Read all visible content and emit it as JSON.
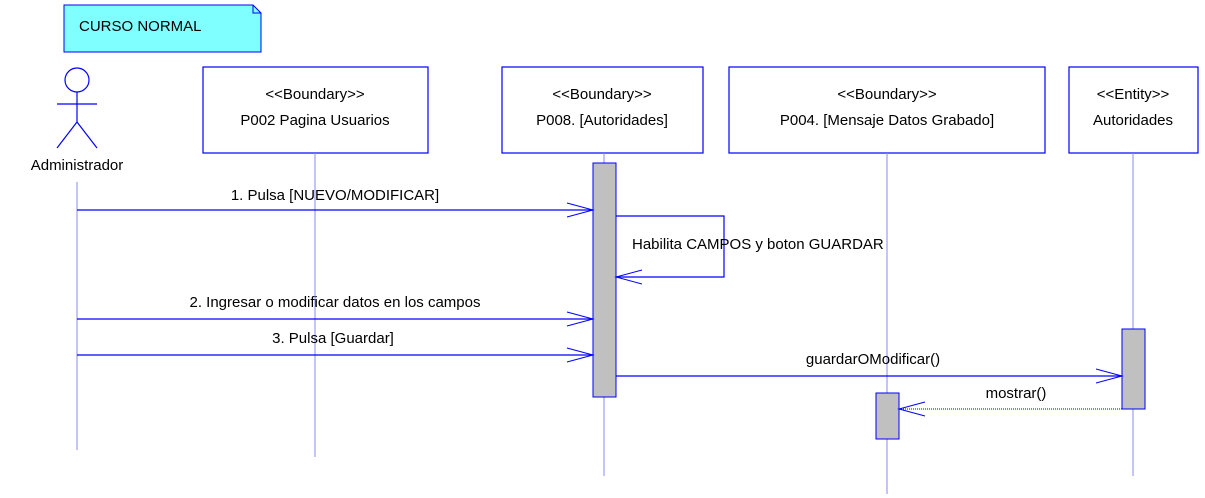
{
  "note": {
    "text": "CURSO NORMAL"
  },
  "actor": {
    "name": "Administrador"
  },
  "participants": [
    {
      "stereotype": "<<Boundary>>",
      "name": "P002 Pagina Usuarios"
    },
    {
      "stereotype": "<<Boundary>>",
      "name": "P008. [Autoridades]"
    },
    {
      "stereotype": "<<Boundary>>",
      "name": "P004. [Mensaje Datos Grabado]"
    },
    {
      "stereotype": "<<Entity>>",
      "name": "Autoridades"
    }
  ],
  "messages": [
    {
      "label": "1. Pulsa [NUEVO/MODIFICAR]"
    },
    {
      "label": "Habilita CAMPOS y boton GUARDAR"
    },
    {
      "label": "2.  Ingresar o modificar datos en los campos"
    },
    {
      "label": "3. Pulsa [Guardar]"
    },
    {
      "label": "guardarOModificar()"
    },
    {
      "label": "mostrar()"
    }
  ],
  "colors": {
    "line": "#0000ff",
    "lifeline": "#8a8af0",
    "note_fill": "#7fffff",
    "activation_fill": "#c0c0c0"
  }
}
